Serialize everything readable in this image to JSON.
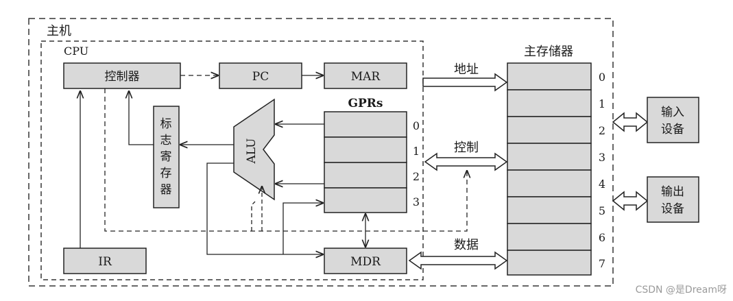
{
  "host_label": "主机",
  "cpu_label": "CPU",
  "controller": {
    "label": "控制器"
  },
  "pc": {
    "label": "PC"
  },
  "mar": {
    "label": "MAR"
  },
  "mdr": {
    "label": "MDR"
  },
  "ir": {
    "label": "IR"
  },
  "alu": {
    "label": "ALU"
  },
  "flags": {
    "chars": [
      "标",
      "志",
      "寄",
      "存",
      "器"
    ]
  },
  "gprs": {
    "label": "GPRs",
    "indices": [
      "0",
      "1",
      "2",
      "3"
    ]
  },
  "memory": {
    "label": "主存储器",
    "indices": [
      "0",
      "1",
      "2",
      "3",
      "4",
      "5",
      "6",
      "7"
    ]
  },
  "buses": {
    "address": "地址",
    "control": "控制",
    "data": "数据"
  },
  "input_device": {
    "lines": [
      "输入",
      "设备"
    ]
  },
  "output_device": {
    "lines": [
      "输出",
      "设备"
    ]
  },
  "watermark": "CSDN @是Dream呀",
  "colors": {
    "box_fill": "#d9d9d9",
    "stroke": "#222222"
  }
}
